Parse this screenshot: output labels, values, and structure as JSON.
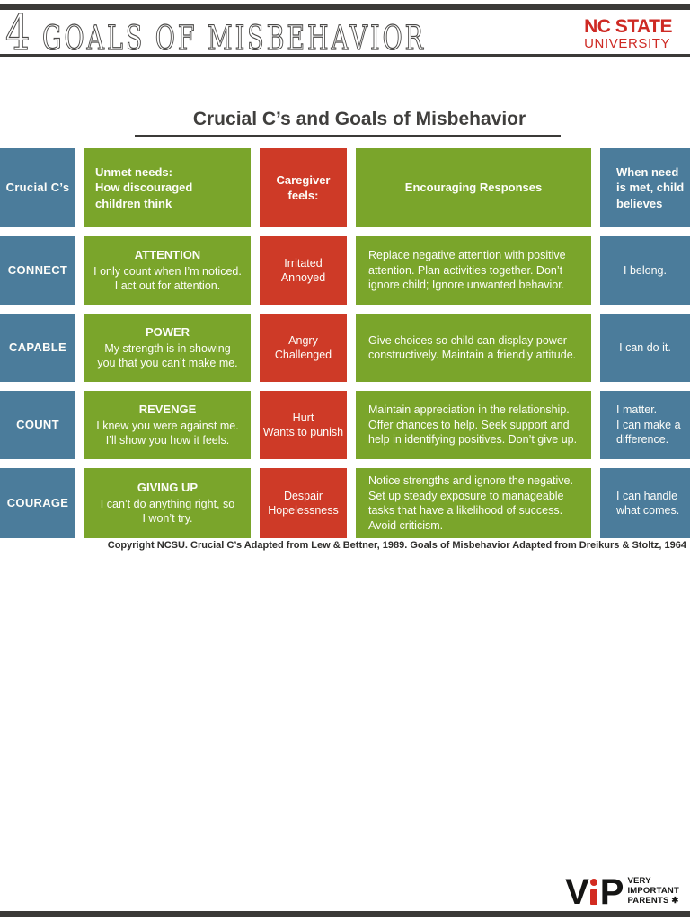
{
  "header": {
    "numeral": "4",
    "title": "GOALS OF MISBEHAVIOR",
    "logo": {
      "line1": "NC STATE",
      "line2": "UNIVERSITY"
    }
  },
  "table": {
    "title": "Crucial C’s and Goals of Misbehavior",
    "headers": [
      "Crucial C’s",
      "Unmet needs:\nHow discouraged children think",
      "Caregiver feels:",
      "Encouraging Responses",
      "When need is met, child believes"
    ],
    "rows": [
      {
        "crucial_c": "CONNECT",
        "goal": "ATTENTION",
        "child_thinks": "I only count when I’m noticed.\nI act out for attention.",
        "caregiver_feels": "Irritated\nAnnoyed",
        "response": "Replace negative attention with positive attention. Plan activities together. Don’t ignore child; Ignore unwanted behavior.",
        "child_believes": "I belong."
      },
      {
        "crucial_c": "CAPABLE",
        "goal": "POWER",
        "child_thinks": "My strength is in showing\nyou that you can’t make me.",
        "caregiver_feels": "Angry\nChallenged",
        "response": "Give choices so child can display power constructively. Maintain a friendly attitude.",
        "child_believes": "I can do it."
      },
      {
        "crucial_c": "COUNT",
        "goal": "REVENGE",
        "child_thinks": "I knew you were against me.\nI’ll show you how it feels.",
        "caregiver_feels": "Hurt\nWants to punish",
        "response": "Maintain appreciation in the relationship. Offer chances to help. Seek support and help in identifying positives. Don’t give up.",
        "child_believes": "I matter.\nI can make a difference."
      },
      {
        "crucial_c": "COURAGE",
        "goal": "GIVING UP",
        "child_thinks": "I can’t do anything right, so\nI won’t try.",
        "caregiver_feels": "Despair\nHopelessness",
        "response": "Notice strengths and ignore the negative. Set up steady exposure to manageable tasks that have a likelihood of success. Avoid criticism.",
        "child_believes": "I can handle\nwhat comes."
      }
    ],
    "copyright": "Copyright NCSU. Crucial C’s Adapted from Lew & Bettner, 1989. Goals of Misbehavior Adapted from Dreikurs & Stoltz, 1964"
  },
  "footer": {
    "vip": {
      "v": "V",
      "i": "i",
      "p": "P",
      "tagline": [
        "VERY",
        "IMPORTANT",
        "PARENTS"
      ],
      "mark": "✱"
    }
  },
  "colors": {
    "blue": "#4b7c9b",
    "green": "#7aa52b",
    "red": "#ce3a27",
    "dark_bar": "#3b3a38",
    "brand_red": "#ce2a24"
  }
}
